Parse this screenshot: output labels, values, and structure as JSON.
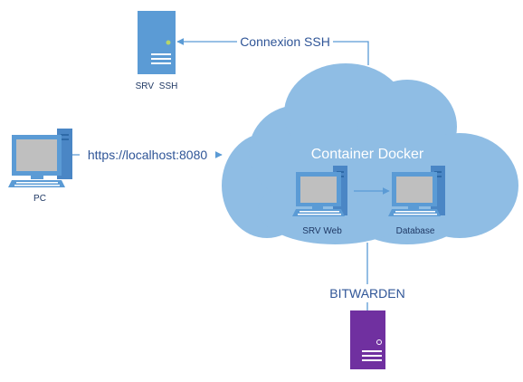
{
  "nodes": {
    "srv_ssh": {
      "label": "SRV SSH"
    },
    "pc": {
      "label": "PC"
    },
    "cloud": {
      "label": "Container Docker"
    },
    "srv_web": {
      "label": "SRV Web"
    },
    "database": {
      "label": "Database"
    },
    "bitwarden": {
      "label": "BITWARDEN"
    }
  },
  "edges": {
    "ssh": {
      "label": "Connexion SSH"
    },
    "https": {
      "label": "https://localhost:8080"
    }
  },
  "colors": {
    "cloud": "#8fbde4",
    "server_blue": "#5b9bd5",
    "server_purple": "#7030a0",
    "line": "#5b9bd5",
    "led": "#b6d56a"
  },
  "icons": {
    "srv_ssh": "server-tower-icon",
    "pc": "desktop-computer-icon",
    "srv_web": "desktop-computer-icon",
    "database": "desktop-computer-icon",
    "bitwarden": "server-tower-icon"
  }
}
